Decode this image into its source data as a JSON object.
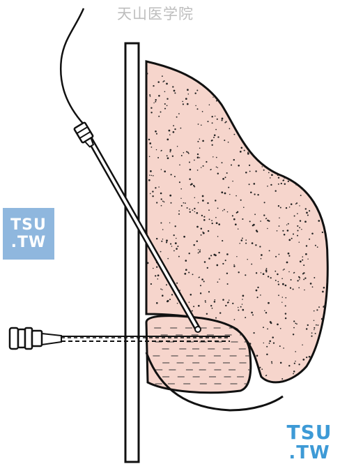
{
  "watermarks": {
    "top_text": "天山医学院",
    "badge_line1": "TSU",
    "badge_line2": ".TW",
    "corner_line1": "TSU",
    "corner_line2": ".TW"
  },
  "colors": {
    "organ_fill": "#f6d5cc",
    "stroke": "#111111",
    "badge_bg": "#8fb7de",
    "corner_logo": "#3d9ad6"
  },
  "icons": {
    "needle_hub": "syringe-hub-icon",
    "catheter_connector": "catheter-connector-icon"
  }
}
